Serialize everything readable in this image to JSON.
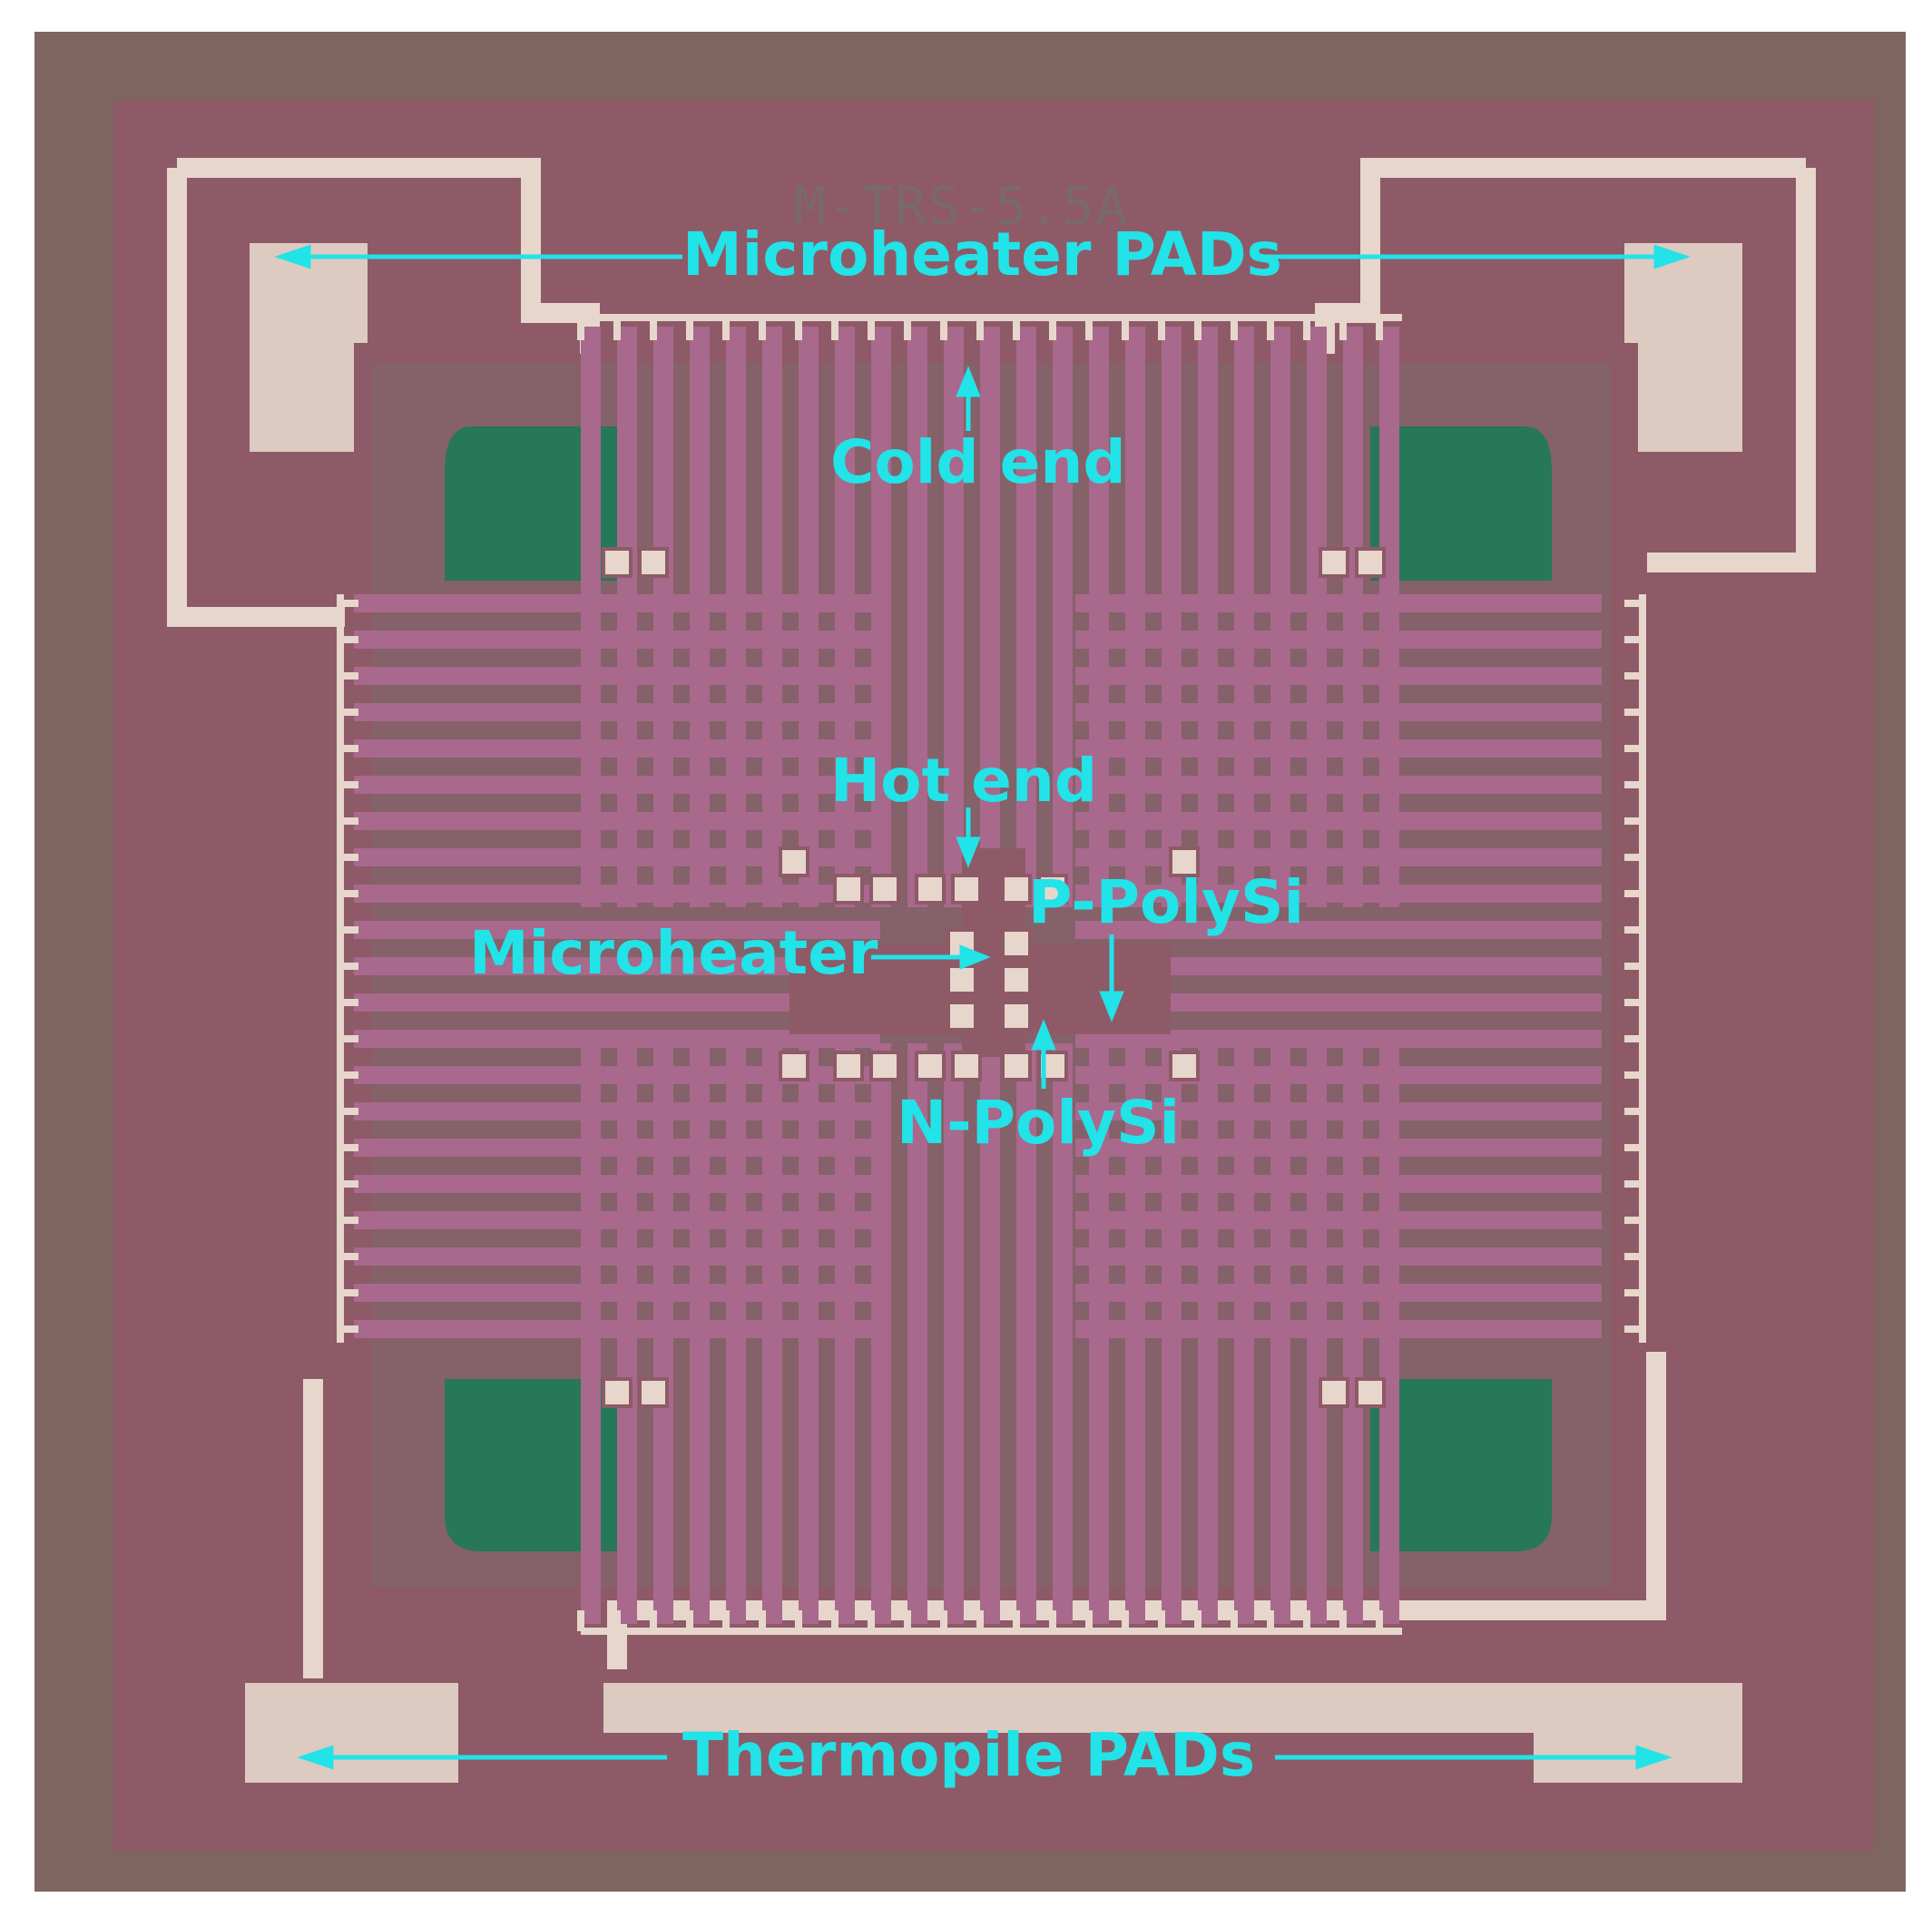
{
  "chip_id": "M-TRS-5.5A",
  "labels": {
    "microheater_pads": "Microheater PADs",
    "cold_end": "Cold end",
    "hot_end": "Hot end",
    "p_polysi": "P-PolySi",
    "microheater": "Microheater",
    "n_polysi": "N-PolySi",
    "thermopile_pads": "Thermopile PADs"
  },
  "colors": {
    "annotation": "#22e3e8",
    "substrate": "#7f6560",
    "membrane": "#8e5a67",
    "metal": "#e7d6cc",
    "cavity": "#1f7a58",
    "polysi_strip": "#a8698c"
  }
}
